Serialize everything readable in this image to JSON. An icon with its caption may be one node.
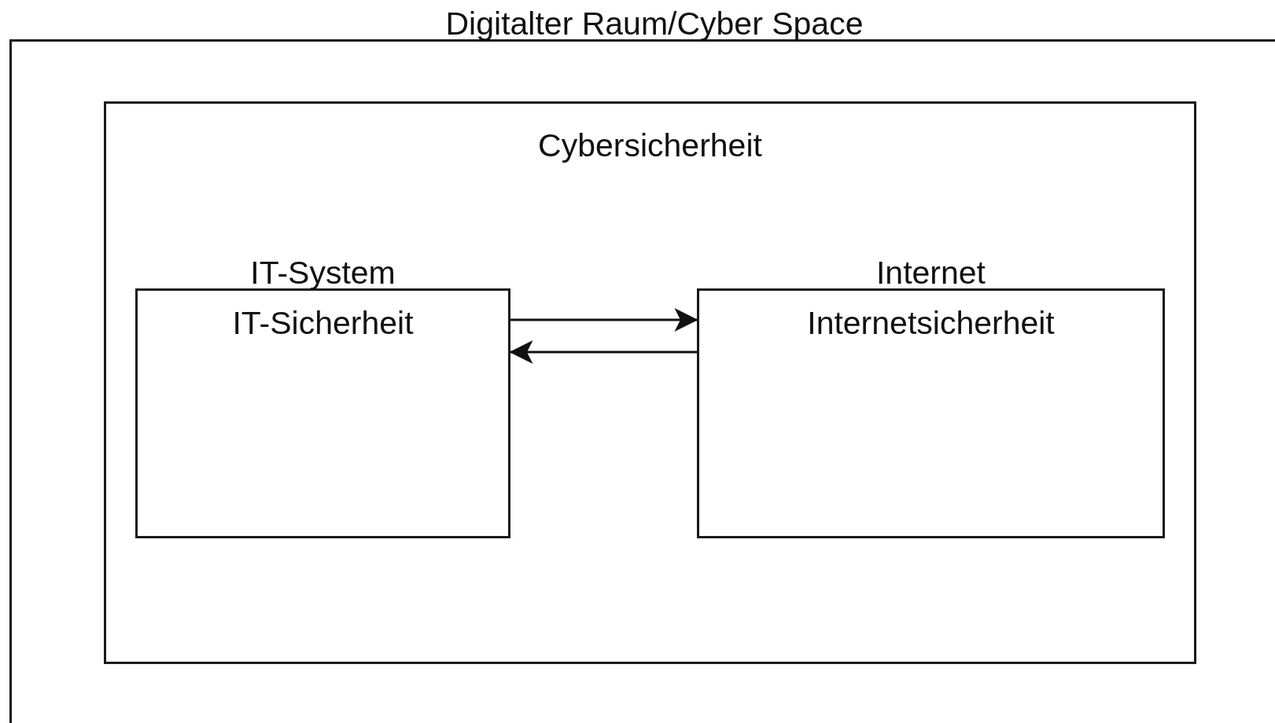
{
  "diagram": {
    "nodes": [
      {
        "text": [
          "Digitalter Raum/Cyber Space"
        ]
      },
      {
        "text": [
          "Cybersicherheit"
        ],
        "in": 0
      },
      {
        "text": [
          "IT-System",
          "IT-Sicherheit"
        ],
        "in": 1
      },
      {
        "text": [
          "Internet",
          "Internetsicherheit"
        ],
        "in": 1
      }
    ],
    "edges": [
      {
        "from": 2,
        "to": 3,
        "arrow": "to"
      },
      {
        "from": 3,
        "to": 2,
        "arrow": "to"
      }
    ]
  }
}
